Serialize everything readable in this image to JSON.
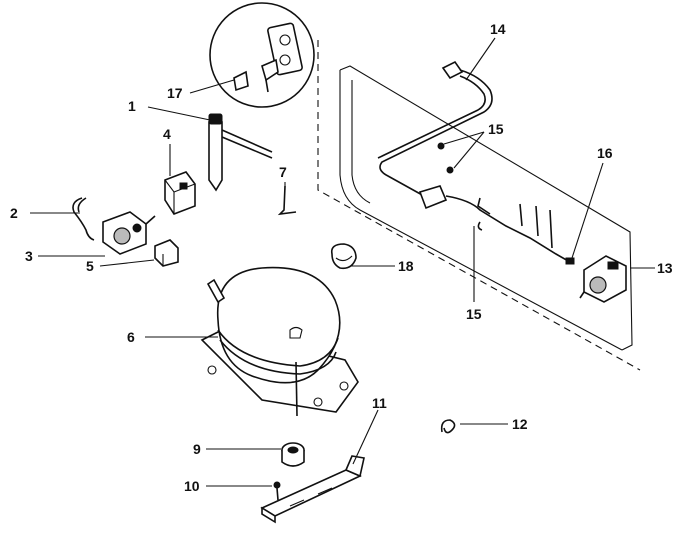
{
  "callouts": [
    {
      "id": "c1",
      "label": "1"
    },
    {
      "id": "c2",
      "label": "2"
    },
    {
      "id": "c3",
      "label": "3"
    },
    {
      "id": "c4",
      "label": "4"
    },
    {
      "id": "c5",
      "label": "5"
    },
    {
      "id": "c6",
      "label": "6"
    },
    {
      "id": "c7",
      "label": "7"
    },
    {
      "id": "c9",
      "label": "9"
    },
    {
      "id": "c10",
      "label": "10"
    },
    {
      "id": "c11",
      "label": "11"
    },
    {
      "id": "c12",
      "label": "12"
    },
    {
      "id": "c13",
      "label": "13"
    },
    {
      "id": "c14",
      "label": "14"
    },
    {
      "id": "c15a",
      "label": "15"
    },
    {
      "id": "c15b",
      "label": "15"
    },
    {
      "id": "c16",
      "label": "16"
    },
    {
      "id": "c17",
      "label": "17"
    },
    {
      "id": "c18",
      "label": "18"
    }
  ]
}
